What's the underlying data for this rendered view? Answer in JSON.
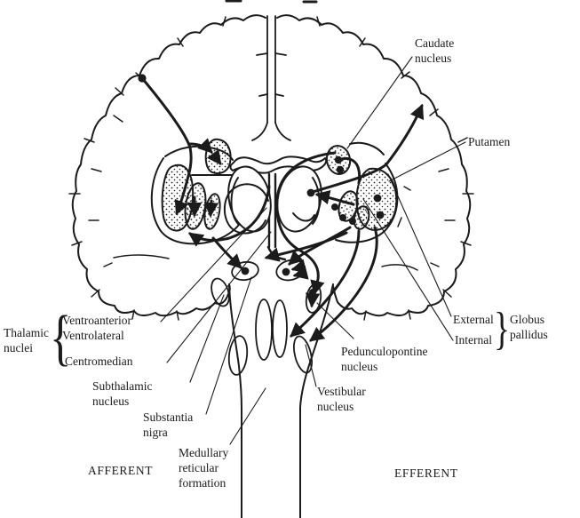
{
  "figure": {
    "background": "#ffffff",
    "ink": "#1b1b1b",
    "labels": {
      "caudate_nucleus": [
        "Caudate",
        "nucleus"
      ],
      "putamen": "Putamen",
      "external": "External",
      "internal": "Internal",
      "globus_pallidus": [
        "Globus",
        "pallidus"
      ],
      "thalamic_nuclei": [
        "Thalamic",
        "nuclei"
      ],
      "ventroanterior": "Ventroanterior",
      "ventrolateral": "Ventrolateral",
      "centromedian": "Centromedian",
      "subthalamic_nucleus": [
        "Subthalamic",
        "nucleus"
      ],
      "substantia_nigra": [
        "Substantia",
        "nigra"
      ],
      "medullary_reticular_formation": [
        "Medullary",
        "reticular",
        "formation"
      ],
      "pedunculopontine_nucleus": [
        "Pedunculopontine",
        "nucleus"
      ],
      "vestibular_nucleus": [
        "Vestibular",
        "nucleus"
      ],
      "afferent": "AFFERENT",
      "efferent": "EFFERENT",
      "brace_open": "{",
      "brace_close": "}"
    }
  }
}
